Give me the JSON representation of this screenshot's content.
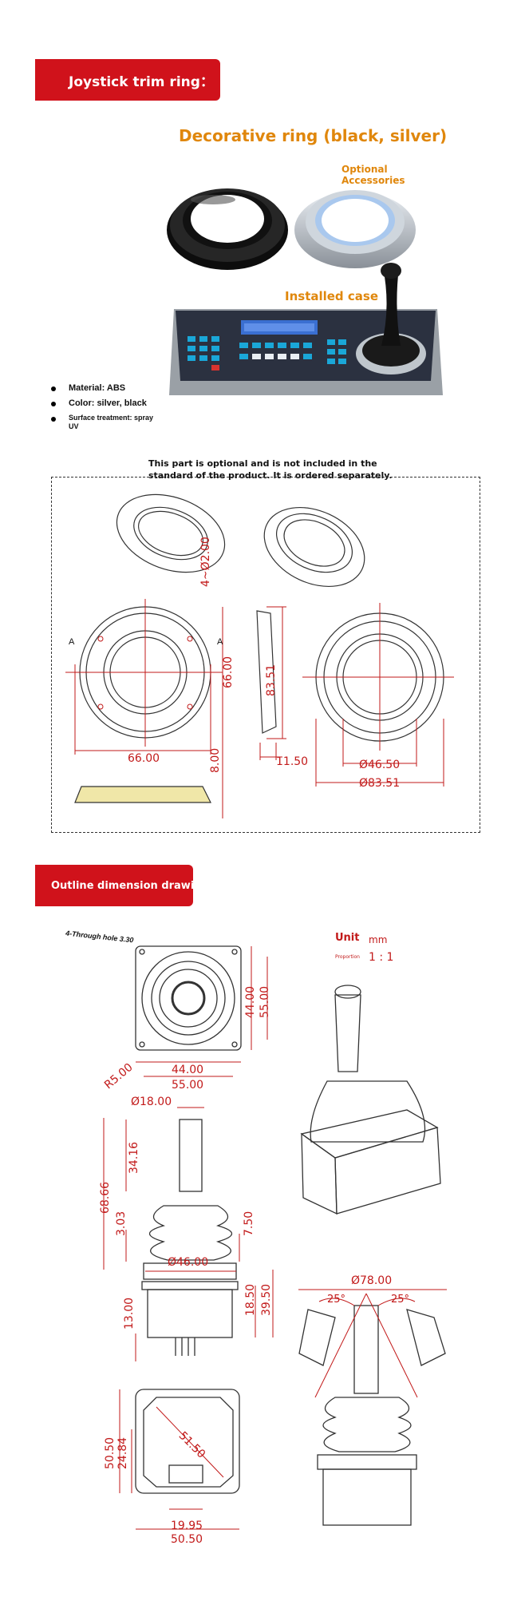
{
  "section1": {
    "title": "Joystick trim ring：",
    "banner_color": "#d0121b"
  },
  "product": {
    "heading": "Decorative ring (black, silver)",
    "optional_label": "Optional\nAccessories",
    "installed_label": "Installed case",
    "accent_color": "#e0870c"
  },
  "specs": {
    "items": [
      "Material: ABS",
      "Color: silver, black",
      "Surface treatment: spray UV"
    ]
  },
  "note": {
    "line1": "This part is optional and is not included in the",
    "line2": "standard of the product. It is ordered separately."
  },
  "ring_dims": {
    "holes": "4~Ø2.00",
    "width": "66.00",
    "height": "66.00",
    "depth": "8.00",
    "side_height": "83.51",
    "side_thickness": "11.50",
    "inner_dia": "Ø46.50",
    "outer_dia": "Ø83.51",
    "section": "A"
  },
  "section2": {
    "title": "Outline dimension drawing:"
  },
  "unit_block": {
    "unit_label": "Unit",
    "unit_value": "mm",
    "proportion_label": "Proportion",
    "proportion_value": "1 : 1"
  },
  "joystick_dims": {
    "through_hole": "4-Through hole 3.30",
    "inner_sq": "44.00",
    "outer_sq": "55.00",
    "radius": "R5.00",
    "handle_dia": "Ø18.00",
    "handle_len": "34.16",
    "total_height": "68.66",
    "boot_gap": "3.03",
    "boot_h": "7.50",
    "base_dia": "Ø46.00",
    "body_h1": "18.50",
    "body_h2": "39.50",
    "pin_h": "13.00",
    "bottom_a": "50.50",
    "bottom_b": "24.84",
    "diag": "51.50",
    "bottom_c": "19.95",
    "bottom_d": "50.50",
    "swing_dia": "Ø78.00",
    "angle_left": "25°",
    "angle_right": "25°"
  }
}
